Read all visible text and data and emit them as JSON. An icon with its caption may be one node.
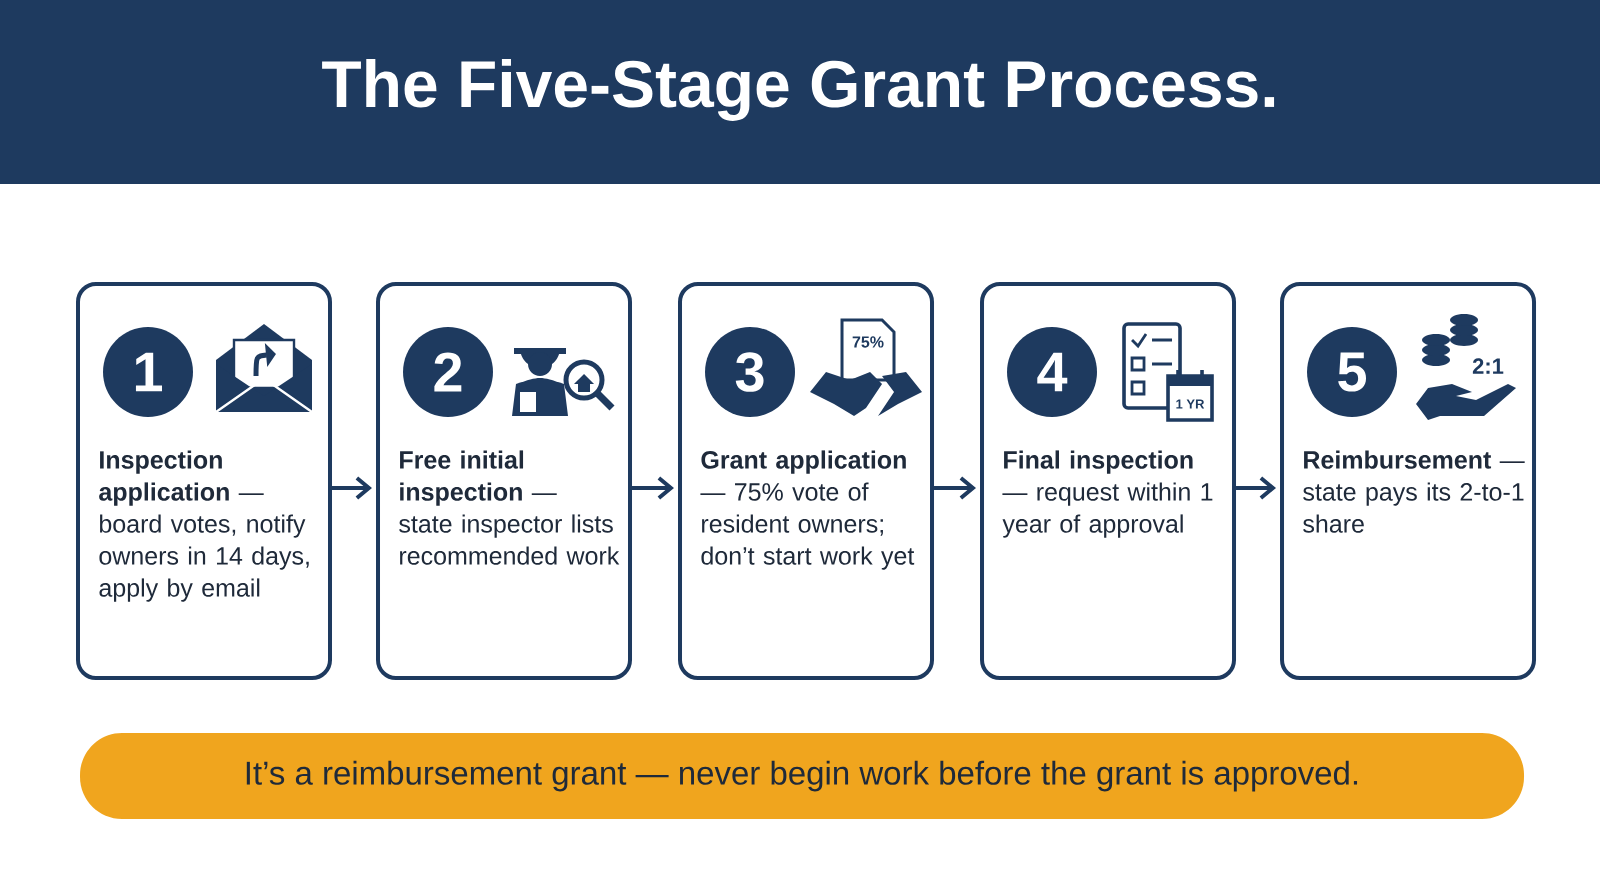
{
  "diagram": {
    "title": "The Five-Stage Grant Process.",
    "nodes": [
      {
        "text": [
          "1",
          "**Inspection application** — board votes, notify owners in 14 days, apply by email"
        ]
      },
      {
        "text": [
          "2",
          "**Free initial inspection** — state inspector lists recommended work"
        ]
      },
      {
        "text": [
          "3",
          "**Grant application** — 75% vote of resident owners; don’t start work yet"
        ]
      },
      {
        "text": [
          "4",
          "**Final inspection** — request within 1 year of approval"
        ]
      },
      {
        "text": [
          "5",
          "**Reimbursement** — state pays its 2-to-1 share"
        ]
      },
      {
        "text": [
          "It’s a reimbursement grant — never begin work before the grant is approved."
        ]
      }
    ],
    "edges": [
      {
        "from": 0,
        "to": 1,
        "arrow": "to"
      },
      {
        "from": 1,
        "to": 2,
        "arrow": "to"
      },
      {
        "from": 2,
        "to": 3,
        "arrow": "to"
      },
      {
        "from": 3,
        "to": 4,
        "arrow": "to"
      }
    ],
    "labels": [
      "75%",
      "1 YR",
      "2:1"
    ]
  }
}
